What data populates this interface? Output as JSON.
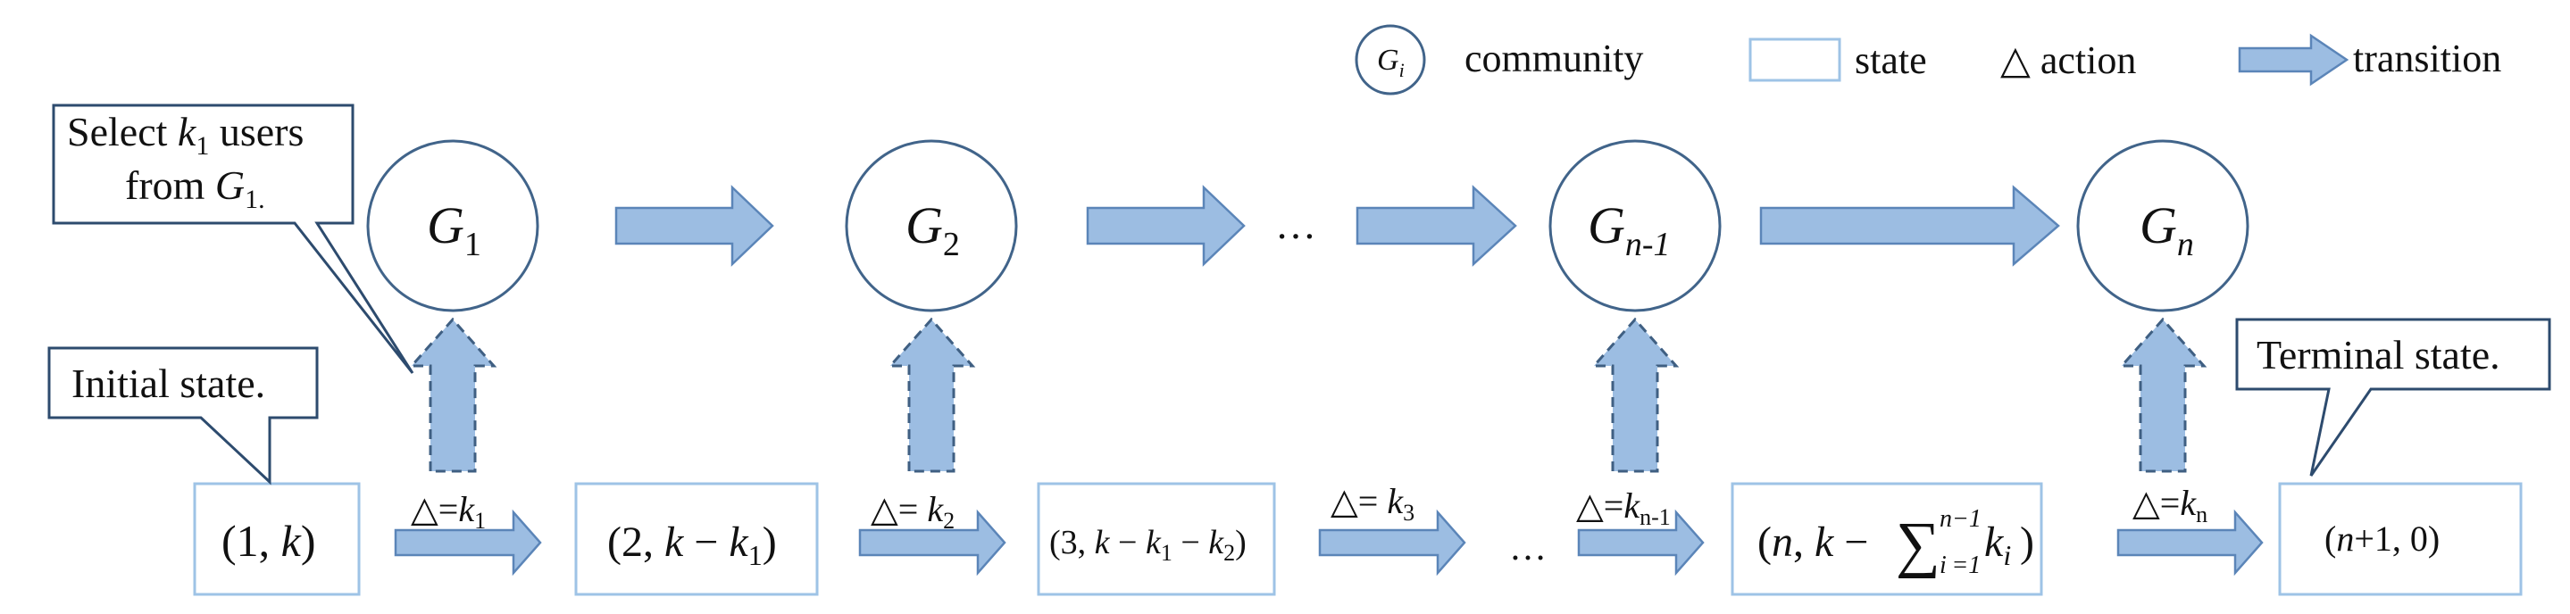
{
  "legend": {
    "community_symbol": "G",
    "community_symbol_sub": "i",
    "community_label": "community",
    "state_label": "state",
    "action_label": "△ action",
    "transition_label": "transition"
  },
  "communities": [
    {
      "base": "G",
      "sub": "1"
    },
    {
      "base": "G",
      "sub": "2"
    },
    {
      "base": "G",
      "sub": "n-1"
    },
    {
      "base": "G",
      "sub": "n"
    }
  ],
  "ellipsis": "…",
  "states": [
    {
      "pre": "(1, ",
      "var": "k",
      "post": ")"
    },
    {
      "pre": "(2, ",
      "var": "k",
      "mid": " − ",
      "var2": "k",
      "sub2": "1",
      "post": ")"
    },
    {
      "pre": "(3, ",
      "var": "k",
      "mid": " − ",
      "var2": "k",
      "sub2": "1",
      "mid2": " − ",
      "var3": "k",
      "sub3": "2",
      "post": ")"
    },
    {
      "pre": "(",
      "var": "n",
      "mid": ", ",
      "var2": "k",
      "mid2": " − ",
      "sum": "∑",
      "sum_top": "n−1",
      "sum_bottom": "i =1",
      "var3": "k",
      "sub3": "i",
      "post": ")"
    },
    {
      "pre": "(",
      "var": "n",
      "mid": "+1, 0)"
    }
  ],
  "actions": [
    {
      "prefix": "△=",
      "var": "k",
      "sub": "1"
    },
    {
      "prefix": "△= ",
      "var": "k",
      "sub": "2"
    },
    {
      "prefix": "△= ",
      "var": "k",
      "sub": "3"
    },
    {
      "prefix": "△=",
      "var": "k",
      "sub": "n-1"
    },
    {
      "prefix": "△=",
      "var": "k",
      "sub": "n"
    }
  ],
  "callouts": {
    "select_line1_pre": "Select ",
    "select_line1_var": "k",
    "select_line1_sub": "1",
    "select_line1_post": " users",
    "select_line2_pre": "from ",
    "select_line2_var": "G",
    "select_line2_sub": "1.",
    "initial": "Initial state.",
    "terminal": "Terminal state."
  },
  "colors": {
    "arrow_fill": "#9cbde2",
    "arrow_stroke": "#5b85b8",
    "circle_stroke": "#41648a",
    "state_stroke": "#9ec3e6",
    "callout_stroke": "#2d4b6e"
  }
}
